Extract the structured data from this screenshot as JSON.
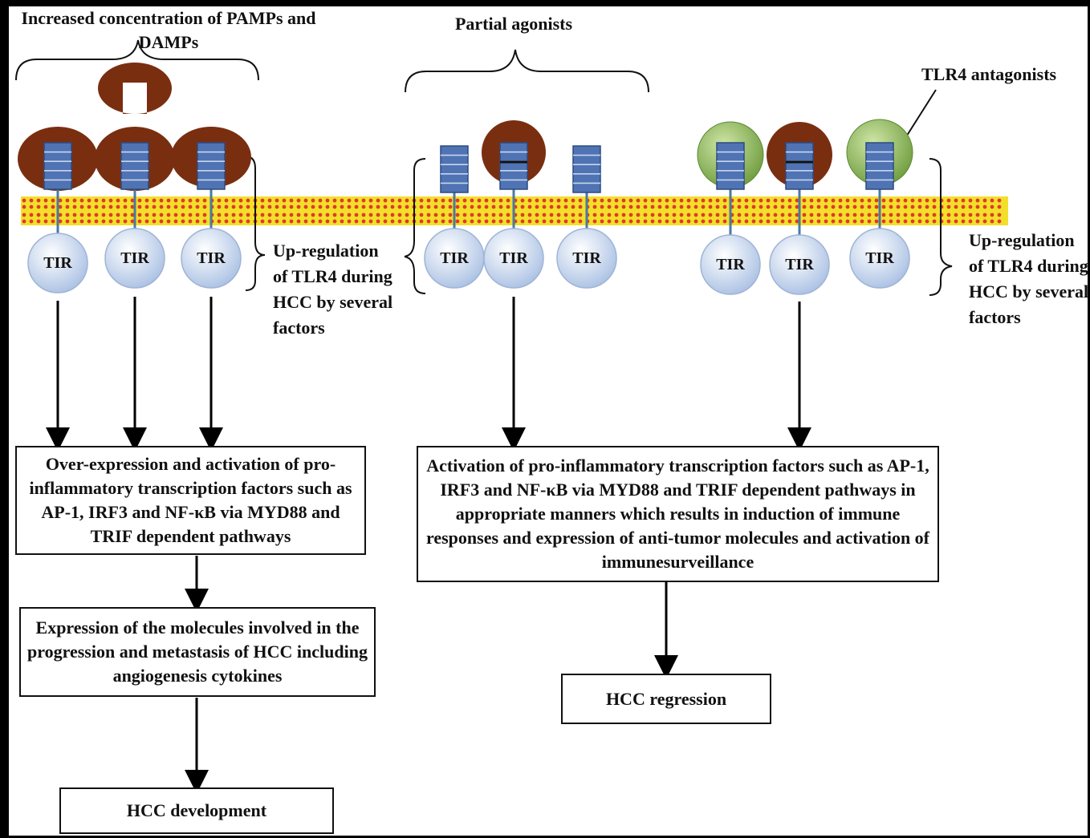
{
  "ligand_group_label": "Increased concentration of PAMPs and DAMPs",
  "partial_agonists_label": "Partial agonists",
  "antagonists_label": "TLR4 antagonists",
  "upregulation_label": "Up-regulation of TLR4 during HCC by several factors",
  "tir_label": "TIR",
  "left_box_1": "Over-expression and activation of pro-inflammatory transcription factors such as AP-1, IRF3 and NF-κB via MYD88 and TRIF dependent pathways",
  "left_box_2": "Expression of the molecules involved in the progression and metastasis of HCC including angiogenesis cytokines",
  "left_box_3": "HCC development",
  "right_box_1": "Activation of pro-inflammatory transcription factors such as AP-1, IRF3 and NF-κB via MYD88 and TRIF dependent pathways in appropriate manners which results in induction of immune responses and expression of anti-tumor molecules and activation of immunesurveillance",
  "right_box_2": "HCC regression",
  "colors": {
    "ligand_brown": "#7a2e10",
    "antagonist_green": "#8dbb5a",
    "receptor_blue": "#4f73b3",
    "membrane_yellow": "#f2df2a",
    "membrane_dots": "#e03a2a",
    "tir_fill": "#c9d8ef"
  }
}
